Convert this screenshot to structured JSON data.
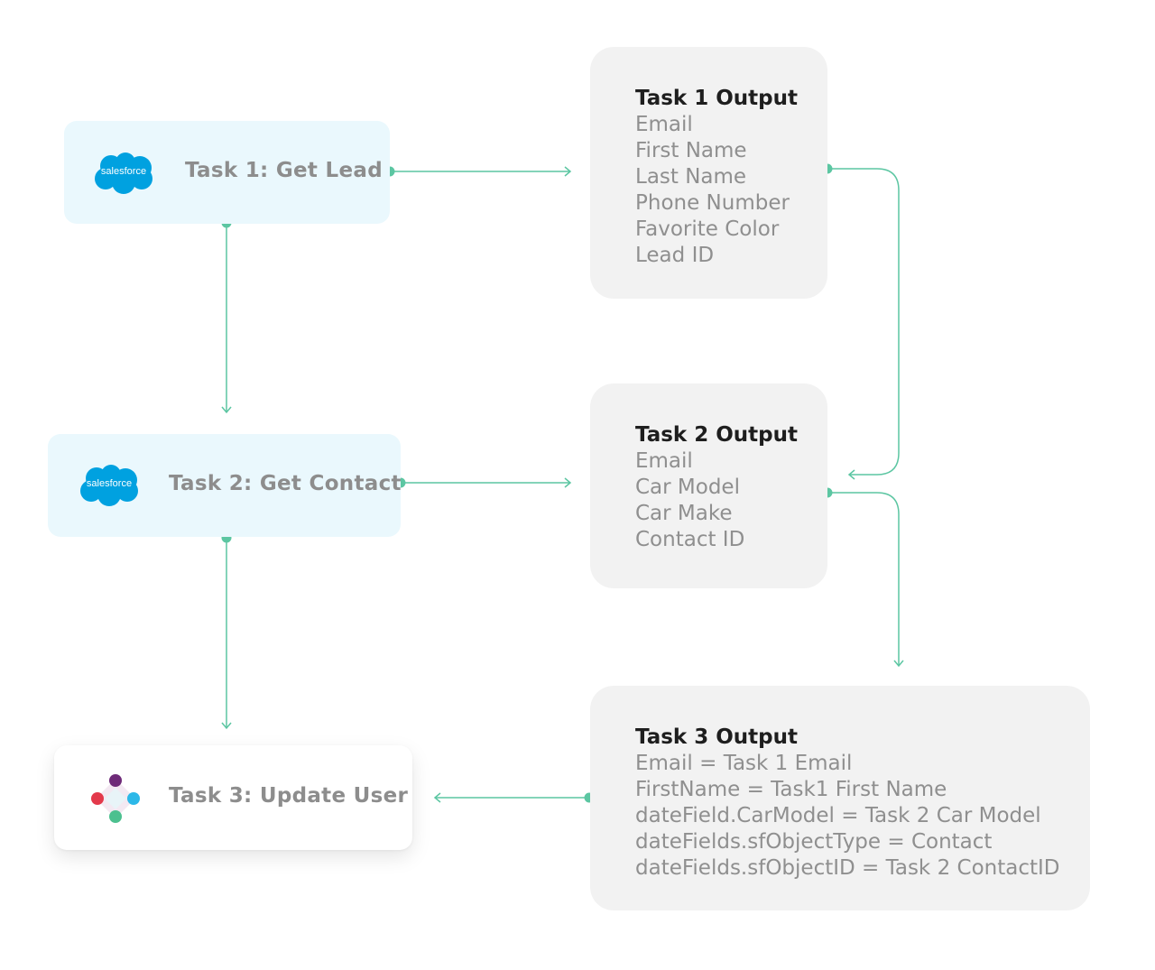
{
  "tasks": [
    {
      "label": "Task 1: Get Lead",
      "icon": "salesforce-cloud-icon",
      "icon_text": "salesforce"
    },
    {
      "label": "Task 2: Get Contact",
      "icon": "salesforce-cloud-icon",
      "icon_text": "salesforce"
    },
    {
      "label": "Task 3: Update User",
      "icon": "workflow-diamond-icon"
    }
  ],
  "outputs": [
    {
      "title": "Task 1 Output",
      "fields": [
        "Email",
        "First Name",
        "Last Name",
        "Phone Number",
        "Favorite Color",
        "Lead ID"
      ]
    },
    {
      "title": "Task 2 Output",
      "fields": [
        "Email",
        "Car Model",
        "Car Make",
        "Contact ID"
      ]
    },
    {
      "title": "Task 3 Output",
      "fields": [
        "Email = Task 1 Email",
        "FirstName = Task1 First Name",
        "dateField.CarModel = Task 2 Car Model",
        "dateFields.sfObjectType = Contact",
        "dateFields.sfObjectID = Task 2 ContactID"
      ]
    }
  ],
  "colors": {
    "connector": "#5cc6a2",
    "salesforce_blue": "#00a1e0",
    "task_bg": "#eaf8fd",
    "output_bg": "#f2f2f2",
    "logo_purple": "#6e2a78",
    "logo_red": "#e3394b",
    "logo_blue": "#2cb8e8",
    "logo_green": "#4cc08f"
  }
}
